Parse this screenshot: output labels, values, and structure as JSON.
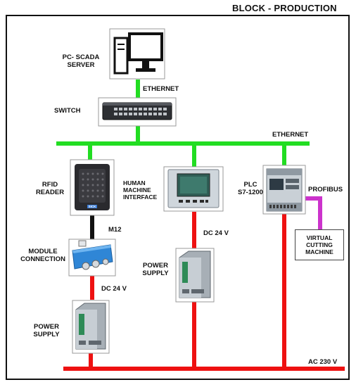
{
  "title": "BLOCK - PRODUCTION",
  "colors": {
    "ethernet": "#22dd22",
    "power": "#ee1111",
    "m12": "#111111",
    "profibus": "#cc33cc",
    "frame": "#111111"
  },
  "labels": {
    "pc_scada_line1": "PC- SCADA",
    "pc_scada_line2": "SERVER",
    "ethernet_top": "ETHERNET",
    "switch": "SWITCH",
    "ethernet_bus": "ETHERNET",
    "rfid_line1": "RFID",
    "rfid_line2": "READER",
    "hmi_line1": "HUMAN",
    "hmi_line2": "MACHINE",
    "hmi_line3": "INTERFACE",
    "plc_line1": "PLC",
    "plc_line2": "S7-1200",
    "profibus": "PROFIBUS",
    "m12": "M12",
    "module_line1": "MODULE",
    "module_line2": "CONNECTION",
    "dc24_left": "DC 24 V",
    "dc24_mid": "DC 24 V",
    "power_supply_left_line1": "POWER",
    "power_supply_left_line2": "SUPPLY",
    "power_supply_mid_line1": "POWER",
    "power_supply_mid_line2": "SUPPLY",
    "virtual_line1": "VIRTUAL",
    "virtual_line2": "CUTTING",
    "virtual_line3": "MACHINE",
    "ac230": "AC 230 V",
    "rfid_brand": "SICK"
  },
  "icons": [
    "pc-monitor-icon",
    "network-switch-icon",
    "rfid-reader-icon",
    "hmi-panel-icon",
    "plc-icon",
    "module-connection-icon",
    "power-supply-icon"
  ]
}
